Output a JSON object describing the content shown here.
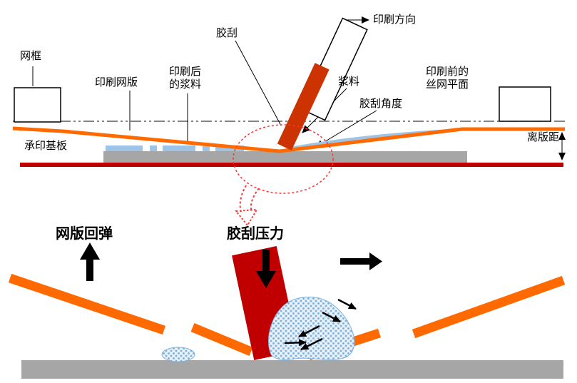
{
  "top_diagram": {
    "labels": {
      "frame": "网框",
      "screen_plate": "印刷网版",
      "paste_after_l1": "印刷后",
      "paste_after_l2": "的浆料",
      "squeegee": "胶刮",
      "print_direction": "印刷方向",
      "paste": "浆料",
      "squeegee_angle": "胶刮角度",
      "screen_before_l1": "印刷前的",
      "screen_before_l2": "丝网平面",
      "substrate": "承印基板",
      "snap_off_distance": "离版距"
    }
  },
  "bottom_diagram": {
    "labels": {
      "screen_rebound": "网版回弹",
      "squeegee_pressure": "胶刮压力"
    }
  },
  "colors": {
    "screen_orange": "#FF6A00",
    "squeegee_top_red": "#CC3300",
    "squeegee_bottom_red": "#C00000",
    "paste_blue": "#9DC3E6",
    "paste_fill_light": "#EAF3FB",
    "paste_dot_blue": "#7FB2DE",
    "substrate_gray": "#A6A6A6",
    "base_plate_red": "#C00000",
    "callout_red": "#FF3333"
  }
}
